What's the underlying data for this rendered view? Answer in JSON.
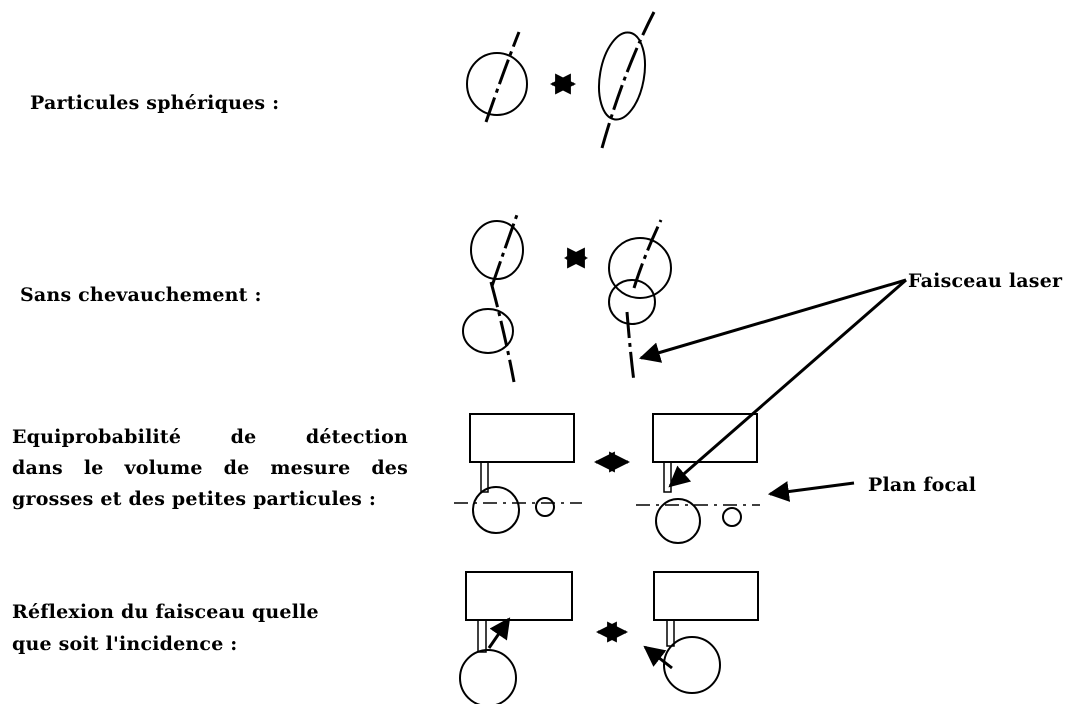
{
  "labels": {
    "row1": "Particules sphériques :",
    "row2": "Sans chevauchement :",
    "row3_line1": "Equiprobabilité de détection",
    "row3_line2": "dans le volume de mesure des",
    "row3_line3": "grosses et des petites particules :",
    "row4_line1": "Réflexion du faisceau quelle",
    "row4_line2": "que soit l'incidence :",
    "laser_beam": "Faisceau laser",
    "focal_plane": "Plan focal"
  },
  "arrow_symbol": "↔"
}
